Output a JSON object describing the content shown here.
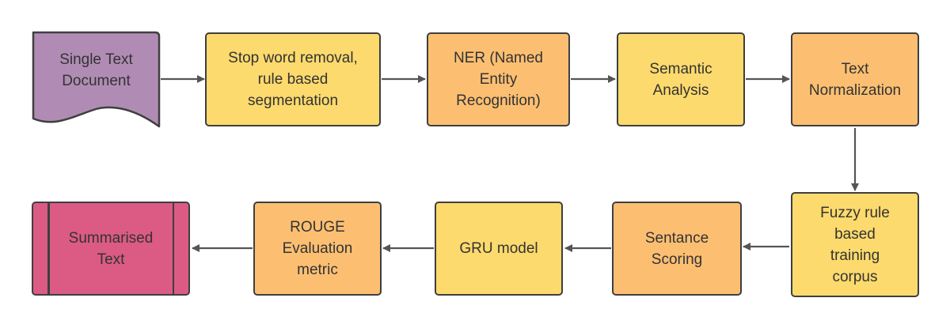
{
  "colors": {
    "document_fill": "#b08cb4",
    "light_process_fill": "#fdda6d",
    "dark_process_fill": "#fcbf72",
    "output_fill": "#db5b85",
    "border": "#3f3f3f",
    "connector": "#555555",
    "text": "#333333"
  },
  "nodes": {
    "single_text_document": "Single Text\nDocument",
    "preprocessing": "Stop word removal,\nrule based\nsegmentation",
    "ner": "NER (Named\nEntity\nRecognition)",
    "semantic_analysis": "Semantic\nAnalysis",
    "text_normalization": "Text\nNormalization",
    "fuzzy_rule_corpus": "Fuzzy rule\nbased\ntraining\ncorpus",
    "sentence_scoring": "Sentance\nScoring",
    "gru_model": "GRU model",
    "rouge_metric": "ROUGE\nEvaluation\nmetric",
    "summarised_text": "Summarised\nText"
  }
}
